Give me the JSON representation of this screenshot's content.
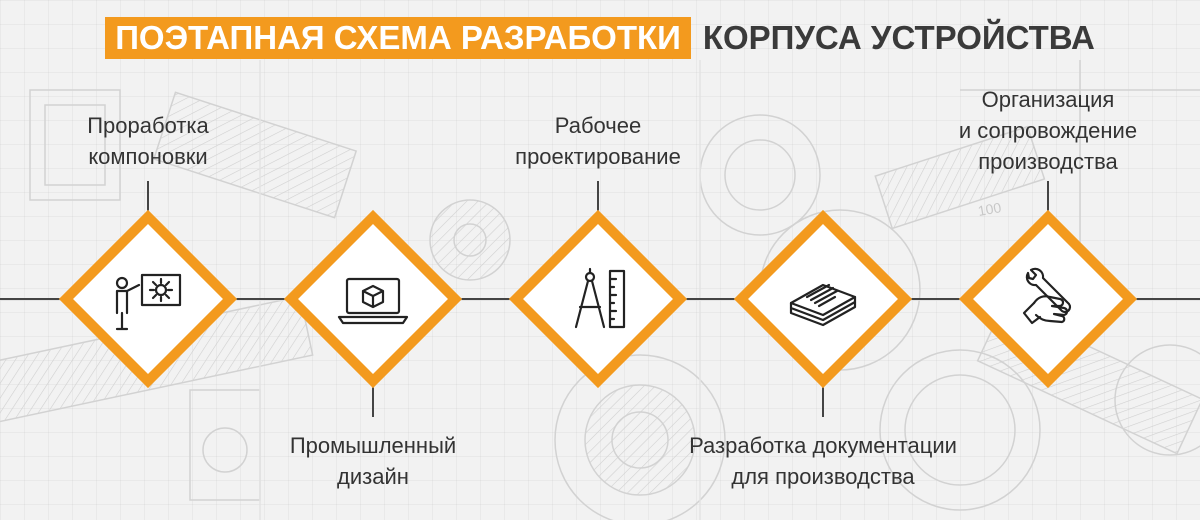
{
  "title": {
    "highlight": "ПОЭТАПНАЯ СХЕМА РАЗРАБОТКИ",
    "rest": "КОРПУСА УСТРОЙСТВА"
  },
  "background": {
    "dimension_label": "100"
  },
  "steps": [
    {
      "icon": "presentation-gear-icon",
      "line1": "Проработка",
      "line2": "компоновки",
      "line3": ""
    },
    {
      "icon": "laptop-cube-icon",
      "line1": "Промышленный",
      "line2": "дизайн",
      "line3": ""
    },
    {
      "icon": "compass-ruler-icon",
      "line1": "Рабочее",
      "line2": "проектирование",
      "line3": ""
    },
    {
      "icon": "document-stack-icon",
      "line1": "Разработка документации",
      "line2": "для производства",
      "line3": ""
    },
    {
      "icon": "hand-wrench-icon",
      "line1": "Организация",
      "line2": "и сопровождение",
      "line3": "производства"
    }
  ],
  "colors": {
    "accent": "#f39a1e",
    "text": "#333333",
    "line": "#444444"
  }
}
